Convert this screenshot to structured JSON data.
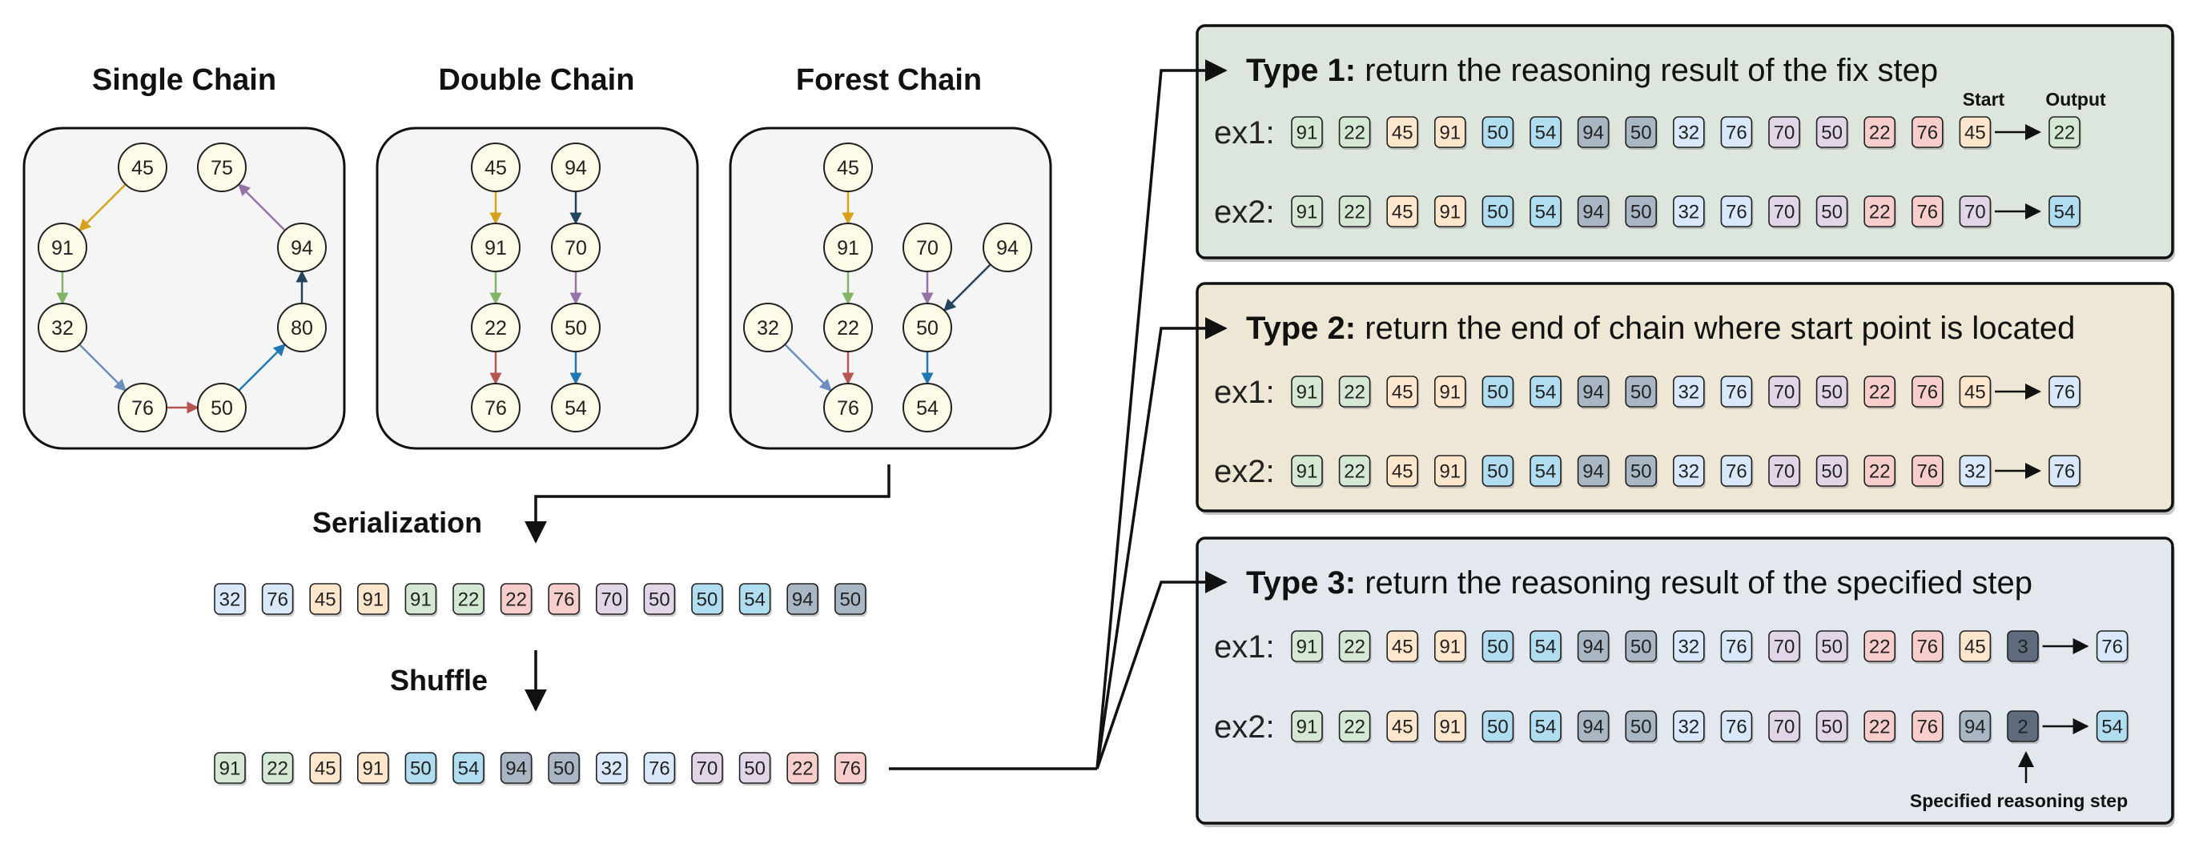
{
  "palette": {
    "91": "#d5e8d4",
    "22": "#d5e8d4",
    "32": "#dae8fc",
    "76": "#dae8fc",
    "45": "#ffe6cc",
    "50": "#bfdbe8",
    "54": "#b5dcee",
    "94": "#b8c2cc",
    "50g": "#c5ced6",
    "70": "#e1d5e7",
    "50p": "#e1d5e7",
    "22r": "#f8cecc",
    "76r": "#f8cecc",
    "3": "#5a6678",
    "2": "#5a6678",
    "45b": "#ffe6cc",
    "70b": "#e1d5e7"
  },
  "panels": [
    {
      "title": "Single Chain",
      "nodes": [
        {
          "id": "a",
          "label": "45"
        },
        {
          "id": "b",
          "label": "91"
        },
        {
          "id": "c",
          "label": "32"
        },
        {
          "id": "d",
          "label": "76"
        },
        {
          "id": "e",
          "label": "50"
        },
        {
          "id": "f",
          "label": "80"
        },
        {
          "id": "g",
          "label": "94"
        },
        {
          "id": "h",
          "label": "75"
        }
      ],
      "edges": [
        {
          "from": "a",
          "to": "b",
          "color": "#d6a21c"
        },
        {
          "from": "b",
          "to": "c",
          "color": "#82b366"
        },
        {
          "from": "c",
          "to": "d",
          "color": "#6c8ebf"
        },
        {
          "from": "d",
          "to": "e",
          "color": "#b85450"
        },
        {
          "from": "e",
          "to": "f",
          "color": "#1f78b4"
        },
        {
          "from": "f",
          "to": "g",
          "color": "#23445d"
        },
        {
          "from": "g",
          "to": "h",
          "color": "#9673a6"
        }
      ]
    },
    {
      "title": "Double Chain",
      "nodes": [
        {
          "id": "a",
          "label": "45"
        },
        {
          "id": "b",
          "label": "91"
        },
        {
          "id": "c",
          "label": "22"
        },
        {
          "id": "d",
          "label": "76"
        },
        {
          "id": "e",
          "label": "94"
        },
        {
          "id": "f",
          "label": "70"
        },
        {
          "id": "g",
          "label": "50"
        },
        {
          "id": "h",
          "label": "54"
        }
      ],
      "edges": [
        {
          "from": "a",
          "to": "b",
          "color": "#d6a21c"
        },
        {
          "from": "b",
          "to": "c",
          "color": "#82b366"
        },
        {
          "from": "c",
          "to": "d",
          "color": "#b85450"
        },
        {
          "from": "e",
          "to": "f",
          "color": "#23445d"
        },
        {
          "from": "f",
          "to": "g",
          "color": "#9673a6"
        },
        {
          "from": "g",
          "to": "h",
          "color": "#1f78b4"
        }
      ]
    },
    {
      "title": "Forest Chain",
      "nodes": [
        {
          "id": "a",
          "label": "45"
        },
        {
          "id": "b",
          "label": "91"
        },
        {
          "id": "c",
          "label": "22"
        },
        {
          "id": "d",
          "label": "76"
        },
        {
          "id": "k",
          "label": "32"
        },
        {
          "id": "e",
          "label": "70"
        },
        {
          "id": "f",
          "label": "94"
        },
        {
          "id": "g",
          "label": "50"
        },
        {
          "id": "h",
          "label": "54"
        }
      ],
      "edges": [
        {
          "from": "a",
          "to": "b",
          "color": "#d6a21c"
        },
        {
          "from": "b",
          "to": "c",
          "color": "#82b366"
        },
        {
          "from": "c",
          "to": "d",
          "color": "#b85450"
        },
        {
          "from": "k",
          "to": "d",
          "color": "#6c8ebf"
        },
        {
          "from": "e",
          "to": "g",
          "color": "#9673a6"
        },
        {
          "from": "f",
          "to": "g",
          "color": "#23445d"
        },
        {
          "from": "g",
          "to": "h",
          "color": "#1f78b4"
        }
      ]
    }
  ],
  "serialization": {
    "label": "Serialization",
    "tokens": [
      {
        "v": "32",
        "c": "#dae8fc"
      },
      {
        "v": "76",
        "c": "#dae8fc"
      },
      {
        "v": "45",
        "c": "#ffe6cc"
      },
      {
        "v": "91",
        "c": "#ffe6cc"
      },
      {
        "v": "91",
        "c": "#d5e8d4"
      },
      {
        "v": "22",
        "c": "#d5e8d4"
      },
      {
        "v": "22",
        "c": "#f8cecc"
      },
      {
        "v": "76",
        "c": "#f8cecc"
      },
      {
        "v": "70",
        "c": "#e1d5e7"
      },
      {
        "v": "50",
        "c": "#e1d5e7"
      },
      {
        "v": "50",
        "c": "#b1ddf0"
      },
      {
        "v": "54",
        "c": "#b1ddf0"
      },
      {
        "v": "94",
        "c": "#a9b6c4"
      },
      {
        "v": "50",
        "c": "#a9b6c4"
      }
    ]
  },
  "shuffle": {
    "label": "Shuffle",
    "tokens": [
      {
        "v": "91",
        "c": "#d5e8d4"
      },
      {
        "v": "22",
        "c": "#d5e8d4"
      },
      {
        "v": "45",
        "c": "#ffe6cc"
      },
      {
        "v": "91",
        "c": "#ffe6cc"
      },
      {
        "v": "50",
        "c": "#b1ddf0"
      },
      {
        "v": "54",
        "c": "#b1ddf0"
      },
      {
        "v": "94",
        "c": "#a9b6c4"
      },
      {
        "v": "50",
        "c": "#a9b6c4"
      },
      {
        "v": "32",
        "c": "#dae8fc"
      },
      {
        "v": "76",
        "c": "#dae8fc"
      },
      {
        "v": "70",
        "c": "#e1d5e7"
      },
      {
        "v": "50",
        "c": "#e1d5e7"
      },
      {
        "v": "22",
        "c": "#f8cecc"
      },
      {
        "v": "76",
        "c": "#f8cecc"
      }
    ]
  },
  "types": [
    {
      "title_bold": "Type 1:",
      "title_rest": " return the reasoning result of the fix step",
      "bg": "#dde6dd",
      "header_labels": {
        "start": "Start",
        "output": "Output"
      },
      "examples": [
        {
          "label": "ex1:",
          "extra": [
            {
              "v": "45",
              "c": "#ffe6cc"
            }
          ],
          "answer": {
            "v": "22",
            "c": "#d5e8d4"
          }
        },
        {
          "label": "ex2:",
          "extra": [
            {
              "v": "70",
              "c": "#e1d5e7"
            }
          ],
          "answer": {
            "v": "54",
            "c": "#b1ddf0"
          }
        }
      ]
    },
    {
      "title_bold": "Type 2:",
      "title_rest": " return the end of chain where start point is located",
      "bg": "#efe7d6",
      "examples": [
        {
          "label": "ex1:",
          "extra": [
            {
              "v": "45",
              "c": "#ffe6cc"
            }
          ],
          "answer": {
            "v": "76",
            "c": "#dae8fc"
          }
        },
        {
          "label": "ex2:",
          "extra": [
            {
              "v": "32",
              "c": "#dae8fc"
            }
          ],
          "answer": {
            "v": "76",
            "c": "#dae8fc"
          }
        }
      ]
    },
    {
      "title_bold": "Type 3:",
      "title_rest": " return the reasoning result of the specified step",
      "bg": "#e3e8ef",
      "footer_label": "Specified reasoning step",
      "examples": [
        {
          "label": "ex1:",
          "extra": [
            {
              "v": "45",
              "c": "#ffe6cc"
            },
            {
              "v": "3",
              "c": "#5d6b7d",
              "dark": true
            }
          ],
          "answer": {
            "v": "76",
            "c": "#dae8fc"
          }
        },
        {
          "label": "ex2:",
          "extra": [
            {
              "v": "94",
              "c": "#a9b6c4"
            },
            {
              "v": "2",
              "c": "#5d6b7d",
              "dark": true
            }
          ],
          "answer": {
            "v": "54",
            "c": "#b1ddf0"
          }
        }
      ]
    }
  ],
  "type_base_tokens": [
    {
      "v": "91",
      "c": "#d5e8d4"
    },
    {
      "v": "22",
      "c": "#d5e8d4"
    },
    {
      "v": "45",
      "c": "#ffe6cc"
    },
    {
      "v": "91",
      "c": "#ffe6cc"
    },
    {
      "v": "50",
      "c": "#b1ddf0"
    },
    {
      "v": "54",
      "c": "#b1ddf0"
    },
    {
      "v": "94",
      "c": "#a9b6c4"
    },
    {
      "v": "50",
      "c": "#a9b6c4"
    },
    {
      "v": "32",
      "c": "#dae8fc"
    },
    {
      "v": "76",
      "c": "#dae8fc"
    },
    {
      "v": "70",
      "c": "#e1d5e7"
    },
    {
      "v": "50",
      "c": "#e1d5e7"
    },
    {
      "v": "22",
      "c": "#f8cecc"
    },
    {
      "v": "76",
      "c": "#f8cecc"
    }
  ]
}
